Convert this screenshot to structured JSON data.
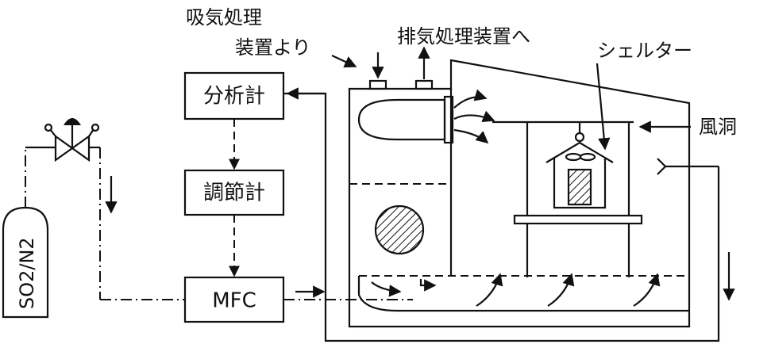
{
  "labels": {
    "intake_line1": "吸気処理",
    "intake_line2": "装置より",
    "exhaust": "排気処理装置へ",
    "shelter": "シェルター",
    "wind_tunnel": "風洞",
    "cylinder": "SO2/N2"
  },
  "boxes": {
    "analyzer": "分析計",
    "controller": "調節計",
    "mfc": "MFC"
  }
}
